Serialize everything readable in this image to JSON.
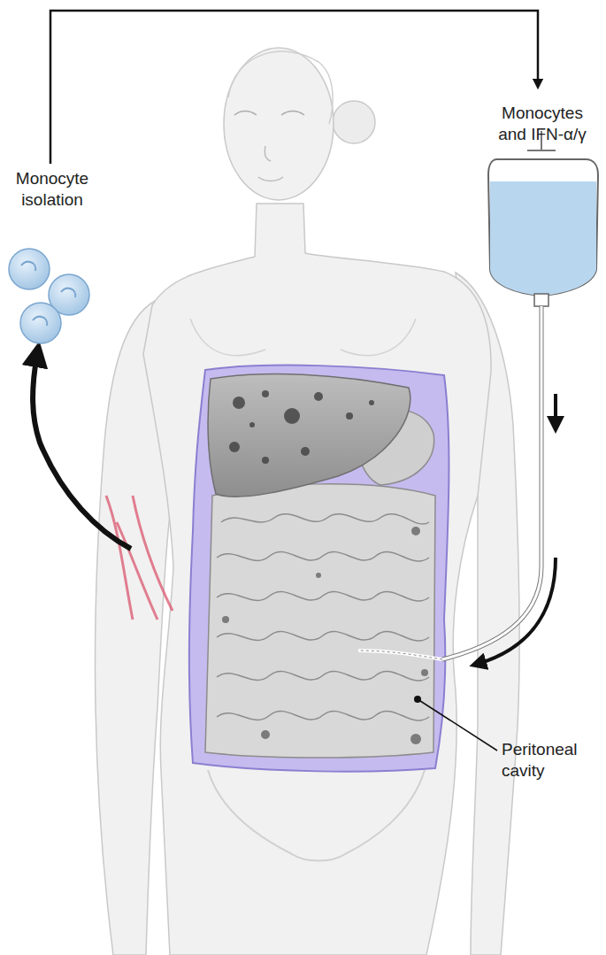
{
  "diagram": {
    "labels": [
      "Monocyte isolation",
      "Monocytes and IFN-α/γ",
      "Peritoneal cavity"
    ]
  }
}
